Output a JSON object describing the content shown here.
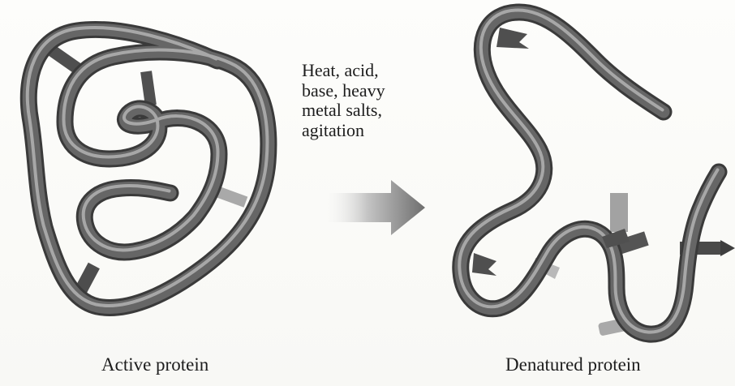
{
  "conditions_text": "Heat, acid,\nbase, heavy\nmetal salts,\nagitation",
  "active_label": "Active protein",
  "denatured_label": "Denatured protein",
  "colors": {
    "strand": "#5f5f5f",
    "strand_highlight": "#c8c8c8",
    "bond_dark": "#505050",
    "bond_light": "#a8a8a8",
    "arrow": "#8a8a8a",
    "paper": "#fbfbf9"
  }
}
